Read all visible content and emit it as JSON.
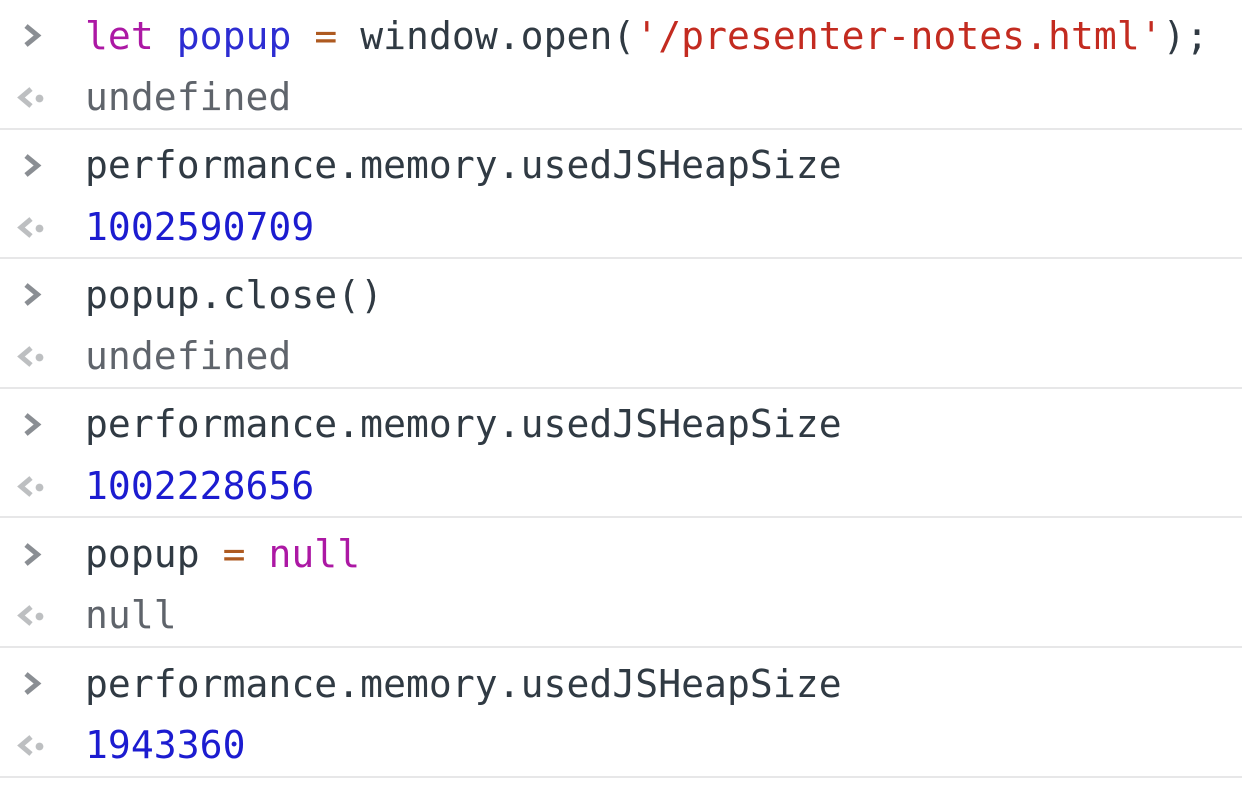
{
  "app": {
    "name": "devtools-console",
    "theme": "light"
  },
  "palette": {
    "background": "#ffffff",
    "separator": "#e7e7e8",
    "default": "#303a43",
    "keyword": "#ac18a4",
    "variable": "#2d2dd2",
    "number": "#1c1cd0",
    "operator": "#ae5a20",
    "string": "#c32b20",
    "muted": "#5f646b",
    "input_icon": "#8a8e93",
    "output_icon": "#bdbfc1"
  },
  "icons": {
    "input": "chevron-right-icon",
    "output": "returned-value-icon"
  },
  "console": {
    "groups": [
      {
        "command": [
          {
            "t": "let",
            "c": "keyword"
          },
          {
            "t": " ",
            "c": "default"
          },
          {
            "t": "popup",
            "c": "variable"
          },
          {
            "t": " ",
            "c": "default"
          },
          {
            "t": "=",
            "c": "operator"
          },
          {
            "t": " ",
            "c": "default"
          },
          {
            "t": "window.open(",
            "c": "default"
          },
          {
            "t": "'/presenter-notes.html'",
            "c": "string"
          },
          {
            "t": ");",
            "c": "default"
          }
        ],
        "result": [
          {
            "t": "undefined",
            "c": "muted"
          }
        ]
      },
      {
        "command": [
          {
            "t": "performance.memory.usedJSHeapSize",
            "c": "default"
          }
        ],
        "result": [
          {
            "t": "1002590709",
            "c": "number"
          }
        ]
      },
      {
        "command": [
          {
            "t": "popup.close()",
            "c": "default"
          }
        ],
        "result": [
          {
            "t": "undefined",
            "c": "muted"
          }
        ]
      },
      {
        "command": [
          {
            "t": "performance.memory.usedJSHeapSize",
            "c": "default"
          }
        ],
        "result": [
          {
            "t": "1002228656",
            "c": "number"
          }
        ]
      },
      {
        "command": [
          {
            "t": "popup",
            "c": "default"
          },
          {
            "t": " ",
            "c": "default"
          },
          {
            "t": "=",
            "c": "operator"
          },
          {
            "t": " ",
            "c": "default"
          },
          {
            "t": "null",
            "c": "keyword"
          }
        ],
        "result": [
          {
            "t": "null",
            "c": "muted"
          }
        ]
      },
      {
        "command": [
          {
            "t": "performance.memory.usedJSHeapSize",
            "c": "default"
          }
        ],
        "result": [
          {
            "t": "1943360",
            "c": "number"
          }
        ]
      }
    ]
  }
}
